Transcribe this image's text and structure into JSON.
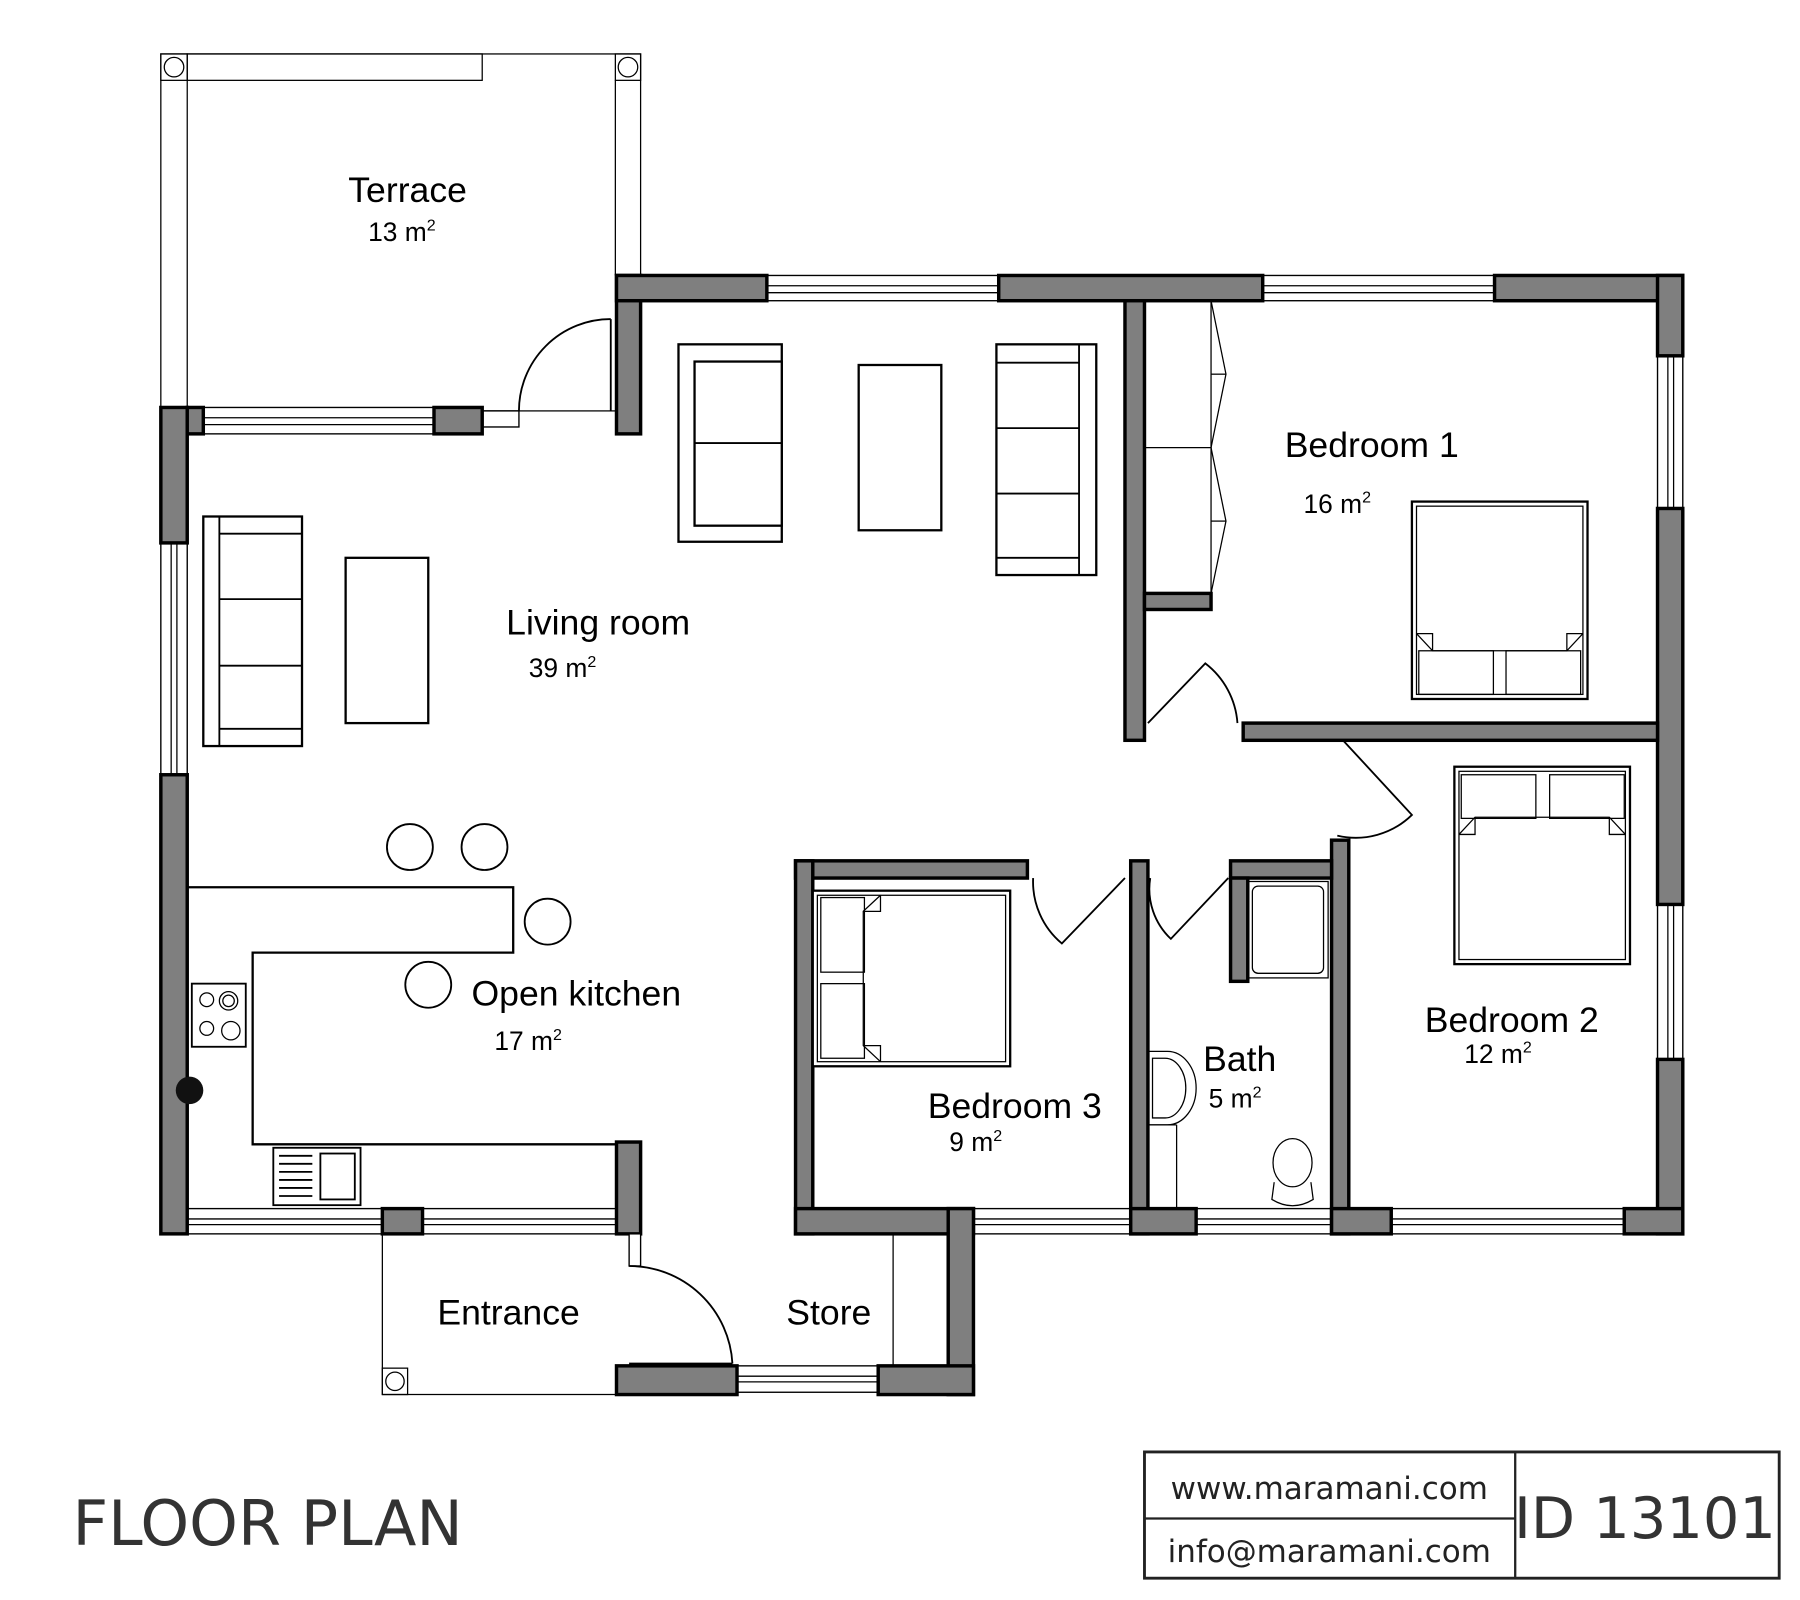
{
  "plan": {
    "title": "FLOOR PLAN",
    "area_unit": "m",
    "area_exponent": "2",
    "rooms": [
      {
        "id": "terrace",
        "label": "Terrace",
        "area": "13"
      },
      {
        "id": "living",
        "label": "Living room",
        "area": "39"
      },
      {
        "id": "bedroom1",
        "label": "Bedroom 1",
        "area": "16"
      },
      {
        "id": "kitchen",
        "label": "Open kitchen",
        "area": "17"
      },
      {
        "id": "bedroom2",
        "label": "Bedroom 2",
        "area": "12"
      },
      {
        "id": "bath",
        "label": "Bath",
        "area": "5"
      },
      {
        "id": "bedroom3",
        "label": "Bedroom 3",
        "area": "9"
      },
      {
        "id": "entrance",
        "label": "Entrance"
      },
      {
        "id": "store",
        "label": "Store"
      }
    ]
  },
  "title_block": {
    "website": "www.maramani.com",
    "email": "info@maramani.com",
    "plan_id": "ID 13101"
  },
  "colors": {
    "wall_fill": "#7f7f7f",
    "line": "#000000",
    "title_text": "#333333"
  }
}
